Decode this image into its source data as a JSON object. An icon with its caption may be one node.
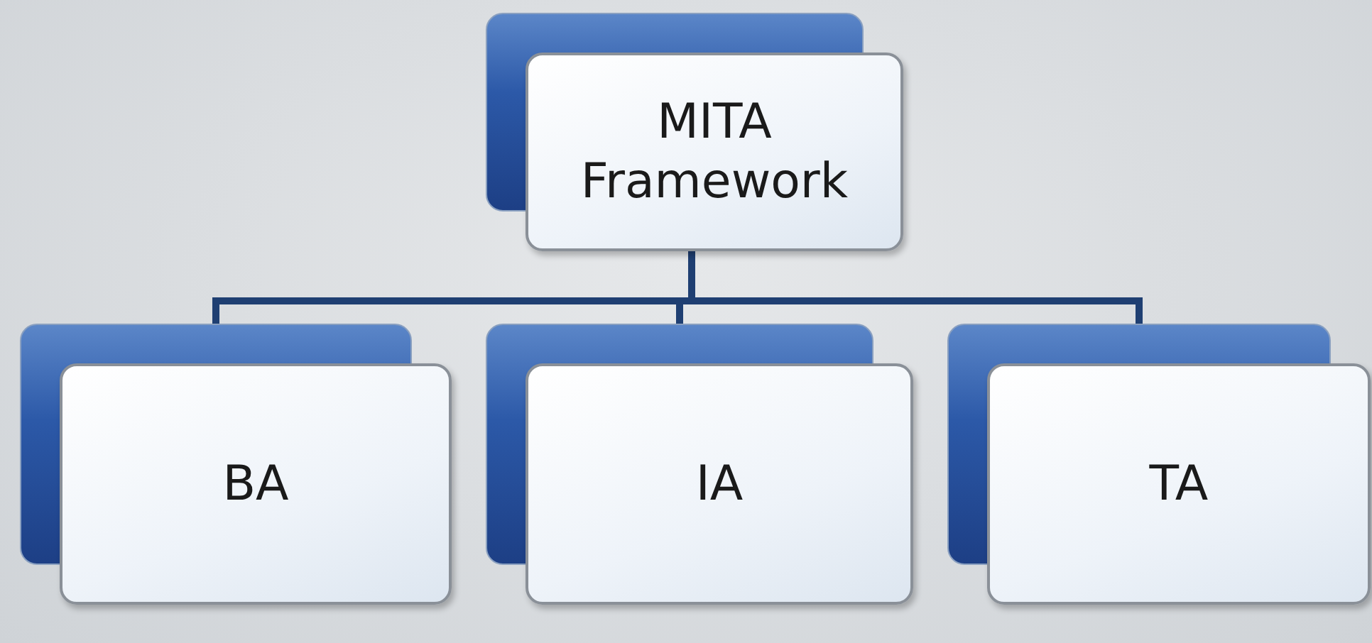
{
  "diagram": {
    "nodes": [
      {
        "text": [
          "MITA Framework"
        ]
      },
      {
        "text": [
          "BA"
        ]
      },
      {
        "text": [
          "IA"
        ]
      },
      {
        "text": [
          "TA"
        ]
      }
    ],
    "edges": [
      {
        "from": 0,
        "to": 1,
        "arrow": "none"
      },
      {
        "from": 0,
        "to": 2,
        "arrow": "none"
      },
      {
        "from": 0,
        "to": 3,
        "arrow": "none"
      }
    ]
  }
}
